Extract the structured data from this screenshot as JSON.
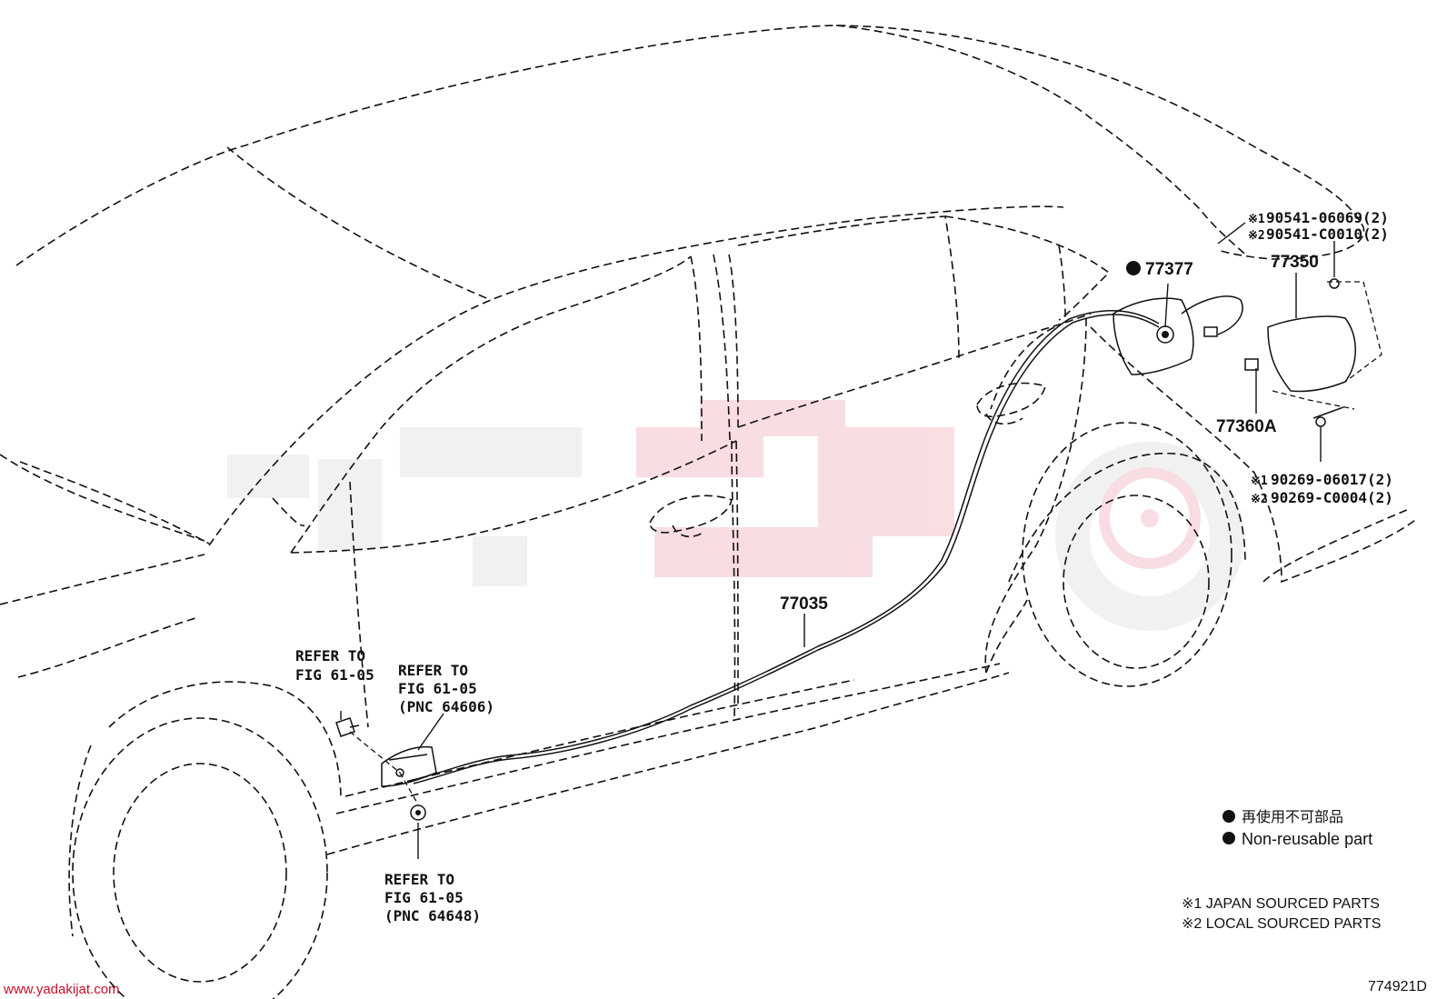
{
  "labels": {
    "p77377": "77377",
    "p77350": "77350",
    "p77360a": "77360A",
    "p77035": "77035",
    "bolt_top_1_mark": "※1",
    "bolt_top_1_num": "90541-06069(2)",
    "bolt_top_2_mark": "※2",
    "bolt_top_2_num": "90541-C0010(2)",
    "screw_1_mark": "※1",
    "screw_1_num": "90269-06017(2)",
    "screw_2_mark": "※2",
    "screw_2_num": "90269-C0004(2)"
  },
  "refers": {
    "a": [
      "REFER TO",
      "FIG 61-05"
    ],
    "b": [
      "REFER TO",
      "FIG 61-05",
      "(PNC 64606)"
    ],
    "c": [
      "REFER TO",
      "FIG 61-05",
      "(PNC 64648)"
    ]
  },
  "legend": {
    "jp_text": "再使用不可部品",
    "en_text": "Non-reusable part",
    "src1": "※1 JAPAN SOURCED PARTS",
    "src2": "※2 LOCAL SOURCED PARTS"
  },
  "diagram_id": "774921D",
  "watermark": {
    "url": "www.yadakijat.com",
    "color": "#c8102e"
  }
}
